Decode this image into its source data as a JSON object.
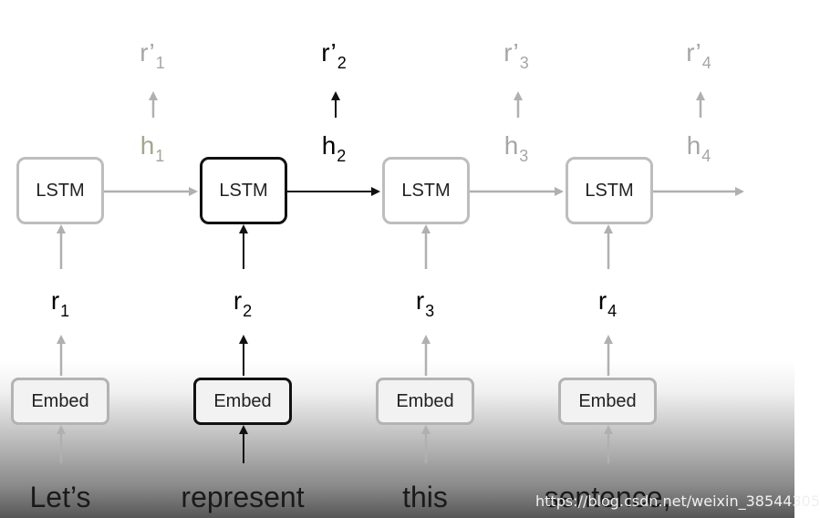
{
  "outputs": [
    {
      "name": "r’",
      "sub": "1",
      "color": "#a6a6a6"
    },
    {
      "name": "r’",
      "sub": "2",
      "color": "#000000"
    },
    {
      "name": "r’",
      "sub": "3",
      "color": "#a6a6a6"
    },
    {
      "name": "r’",
      "sub": "4",
      "color": "#a6a6a6"
    }
  ],
  "hidden": [
    {
      "name": "h",
      "sub": "1",
      "color": "#a3a78f"
    },
    {
      "name": "h",
      "sub": "2",
      "color": "#000000"
    },
    {
      "name": "h",
      "sub": "3",
      "color": "#a6a6a6"
    },
    {
      "name": "h",
      "sub": "4",
      "color": "#a6a6a6"
    }
  ],
  "lstm": [
    {
      "label": "LSTM",
      "active": false
    },
    {
      "label": "LSTM",
      "active": true
    },
    {
      "label": "LSTM",
      "active": false
    },
    {
      "label": "LSTM",
      "active": false
    }
  ],
  "reps": [
    {
      "name": "r",
      "sub": "1"
    },
    {
      "name": "r",
      "sub": "2"
    },
    {
      "name": "r",
      "sub": "3"
    },
    {
      "name": "r",
      "sub": "4"
    }
  ],
  "embed": [
    {
      "label": "Embed",
      "active": false
    },
    {
      "label": "Embed",
      "active": true
    },
    {
      "label": "Embed",
      "active": false
    },
    {
      "label": "Embed",
      "active": false
    }
  ],
  "words": [
    "Let’s",
    "represent",
    "this",
    "sentence,"
  ],
  "colors": {
    "active": "#111111",
    "inactive": "#b0b0b0"
  },
  "watermark": "https://blog.csdn.net/weixin_38544305"
}
